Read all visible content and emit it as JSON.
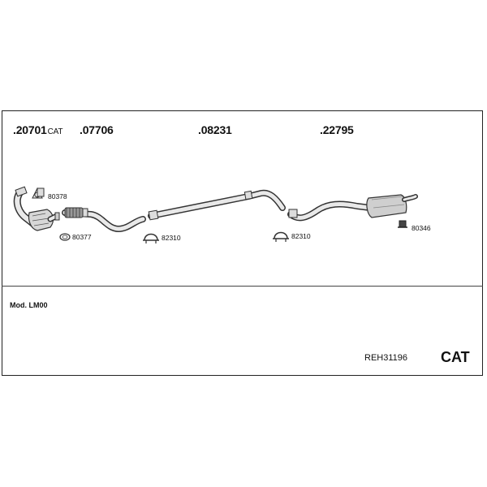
{
  "parts": [
    {
      "number": ".20701",
      "suffix": "CAT"
    },
    {
      "number": ".07706",
      "suffix": ""
    },
    {
      "number": ".08231",
      "suffix": ""
    },
    {
      "number": ".22795",
      "suffix": ""
    }
  ],
  "refs": [
    "80378",
    "80377",
    "82310",
    "82310",
    "80346"
  ],
  "model": "Mod. LM00",
  "set_number": "REH31196",
  "badge": "CAT"
}
